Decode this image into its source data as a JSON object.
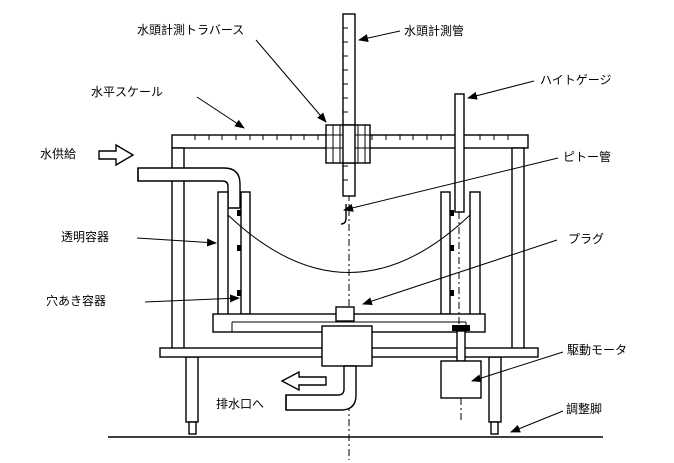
{
  "labels": {
    "traverse": "水頭計測トラバース",
    "head_tube": "水頭計測管",
    "scale": "水平スケール",
    "height_gauge": "ハイトゲージ",
    "water_supply": "水供給",
    "pitot_tube": "ピトー管",
    "transparent_container": "透明容器",
    "plug": "プラグ",
    "perforated_container": "穴あき容器",
    "motor": "駆動モータ",
    "drain": "排水口へ",
    "adjust_foot": "調整脚"
  }
}
